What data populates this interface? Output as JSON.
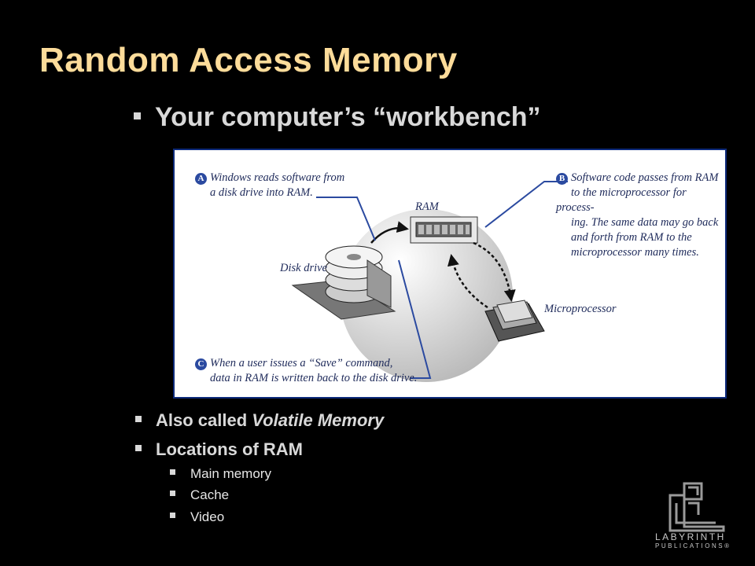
{
  "slide": {
    "title": "Random Access Memory",
    "subtitle": "Your computer’s “workbench”"
  },
  "diagram": {
    "a_badge": "A",
    "a_text_line1": "Windows reads software from",
    "a_text_line2": "a disk drive into RAM.",
    "b_badge": "B",
    "b_text_line1": "Software code passes from RAM",
    "b_text_line2": "to the microprocessor for process-",
    "b_text_line3": "ing. The same data may go back",
    "b_text_line4": "and forth from RAM to the",
    "b_text_line5": "microprocessor many times.",
    "c_badge": "C",
    "c_text_line1": "When a user issues a “Save” command,",
    "c_text_line2": "data in RAM is written back to the disk drive.",
    "ram_label": "RAM",
    "disk_label": "Disk drive",
    "cpu_label": "Microprocessor"
  },
  "bullets": {
    "item1_prefix": "Also called ",
    "item1_emph": "Volatile Memory",
    "item2": "Locations of RAM",
    "sub1": "Main memory",
    "sub2": "Cache",
    "sub3": "Video"
  },
  "logo": {
    "line1": "LABYRINTH",
    "line2": "PUBLICATIONS®"
  },
  "colors": {
    "title": "#fddc9a",
    "background": "#000000",
    "diagram_border": "#0d2a7a",
    "diagram_text": "#1e2a5a"
  }
}
